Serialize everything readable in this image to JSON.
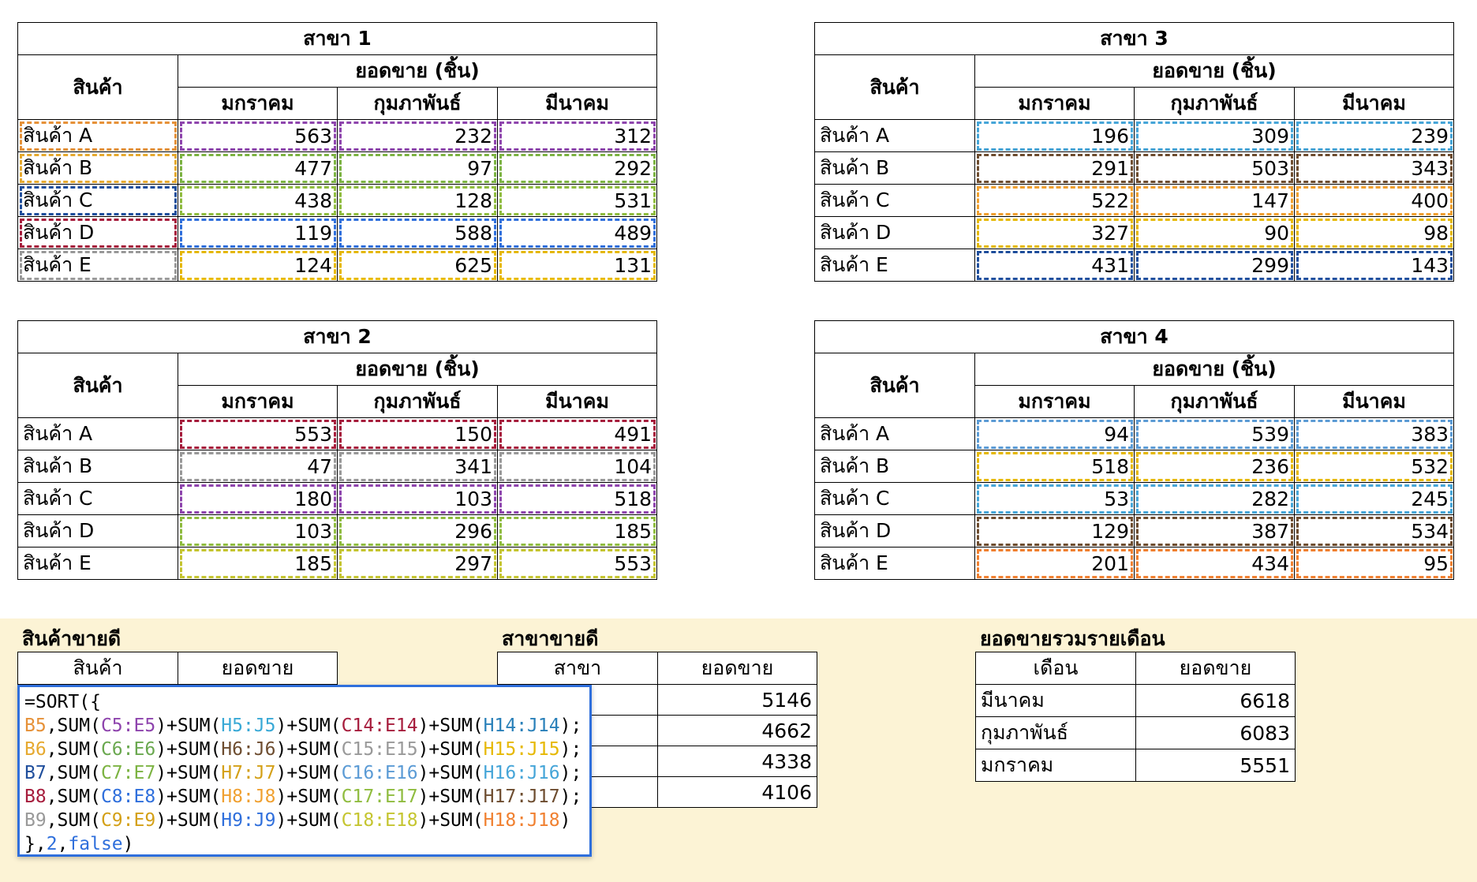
{
  "labels": {
    "product": "สินค้า",
    "sales_units": "ยอดขาย (ชิ้น)",
    "jan": "มกราคม",
    "feb": "กุมภาพันธ์",
    "mar": "มีนาคม"
  },
  "branch1": {
    "title": "สาขา 1",
    "rows": [
      {
        "name": "สินค้า A",
        "v": [
          "563",
          "232",
          "312"
        ]
      },
      {
        "name": "สินค้า B",
        "v": [
          "477",
          "97",
          "292"
        ]
      },
      {
        "name": "สินค้า C",
        "v": [
          "438",
          "128",
          "531"
        ]
      },
      {
        "name": "สินค้า D",
        "v": [
          "119",
          "588",
          "489"
        ]
      },
      {
        "name": "สินค้า E",
        "v": [
          "124",
          "625",
          "131"
        ]
      }
    ]
  },
  "branch2": {
    "title": "สาขา 2",
    "rows": [
      {
        "name": "สินค้า A",
        "v": [
          "553",
          "150",
          "491"
        ]
      },
      {
        "name": "สินค้า B",
        "v": [
          "47",
          "341",
          "104"
        ]
      },
      {
        "name": "สินค้า C",
        "v": [
          "180",
          "103",
          "518"
        ]
      },
      {
        "name": "สินค้า D",
        "v": [
          "103",
          "296",
          "185"
        ]
      },
      {
        "name": "สินค้า E",
        "v": [
          "185",
          "297",
          "553"
        ]
      }
    ]
  },
  "branch3": {
    "title": "สาขา 3",
    "rows": [
      {
        "name": "สินค้า A",
        "v": [
          "196",
          "309",
          "239"
        ]
      },
      {
        "name": "สินค้า B",
        "v": [
          "291",
          "503",
          "343"
        ]
      },
      {
        "name": "สินค้า C",
        "v": [
          "522",
          "147",
          "400"
        ]
      },
      {
        "name": "สินค้า D",
        "v": [
          "327",
          "90",
          "98"
        ]
      },
      {
        "name": "สินค้า E",
        "v": [
          "431",
          "299",
          "143"
        ]
      }
    ]
  },
  "branch4": {
    "title": "สาขา 4",
    "rows": [
      {
        "name": "สินค้า A",
        "v": [
          "94",
          "539",
          "383"
        ]
      },
      {
        "name": "สินค้า B",
        "v": [
          "518",
          "236",
          "532"
        ]
      },
      {
        "name": "สินค้า C",
        "v": [
          "53",
          "282",
          "245"
        ]
      },
      {
        "name": "สินค้า D",
        "v": [
          "129",
          "387",
          "534"
        ]
      },
      {
        "name": "สินค้า E",
        "v": [
          "201",
          "434",
          "95"
        ]
      }
    ]
  },
  "best_products": {
    "title": "สินค้าขายดี",
    "col1": "สินค้า",
    "col2": "ยอดขาย"
  },
  "best_branches": {
    "title": "สาขาขายดี",
    "col1": "สาขา",
    "col2": "ยอดขาย",
    "values": [
      "5146",
      "4662",
      "4338",
      "4106"
    ]
  },
  "monthly": {
    "title": "ยอดขายรวมรายเดือน",
    "col1": "เดือน",
    "col2": "ยอดขาย",
    "rows": [
      {
        "m": "มีนาคม",
        "v": "6618"
      },
      {
        "m": "กุมภาพันธ์",
        "v": "6083"
      },
      {
        "m": "มกราคม",
        "v": "5551"
      }
    ]
  },
  "formula": {
    "l1": "=SORT({",
    "l7_a": "},",
    "l7_b": "2",
    "l7_c": ",",
    "l7_d": "false",
    "l7_e": ")",
    "rows": [
      {
        "b": "B5",
        "c": "C5:E5",
        "h": "H5:J5",
        "c2": "C14:E14",
        "h2": "H14:J14",
        "end": ");"
      },
      {
        "b": "B6",
        "c": "C6:E6",
        "h": "H6:J6",
        "c2": "C15:E15",
        "h2": "H15:J15",
        "end": ");"
      },
      {
        "b": "B7",
        "c": "C7:E7",
        "h": "H7:J7",
        "c2": "C16:E16",
        "h2": "H16:J16",
        "end": ");"
      },
      {
        "b": "B8",
        "c": "C8:E8",
        "h": "H8:J8",
        "c2": "C17:E17",
        "h2": "H17:J17",
        "end": ");"
      },
      {
        "b": "B9",
        "c": "C9:E9",
        "h": "H9:J9",
        "c2": "C18:E18",
        "h2": "H18:J18",
        "end": ")"
      }
    ],
    "sum_open": ",SUM(",
    "plus_sum": ")+SUM("
  },
  "colors": {
    "accent_blue": "#2f6fdc",
    "bottom_bg": "#fcf3d5"
  }
}
